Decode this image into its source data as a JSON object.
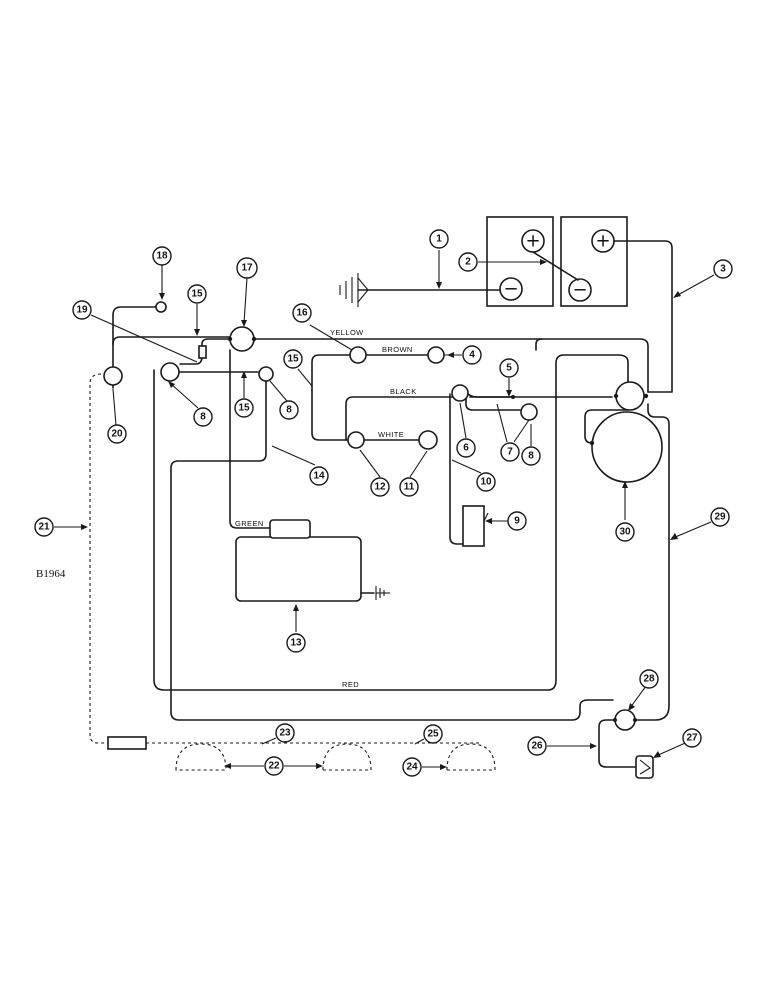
{
  "drawing_code": "B1964",
  "wire_colors": {
    "yellow": "YELLOW",
    "brown": "BROWN",
    "black": "BLACK",
    "white": "WHITE",
    "green": "GREEN",
    "red": "RED"
  },
  "battery_symbols": {
    "plus": "+",
    "minus": "−"
  },
  "callouts": [
    "1",
    "2",
    "3",
    "4",
    "5",
    "6",
    "7",
    "8",
    "8",
    "8",
    "9",
    "10",
    "11",
    "12",
    "13",
    "14",
    "15",
    "15",
    "15",
    "16",
    "17",
    "18",
    "19",
    "20",
    "21",
    "22",
    "23",
    "24",
    "25",
    "26",
    "27",
    "28",
    "29",
    "30"
  ]
}
